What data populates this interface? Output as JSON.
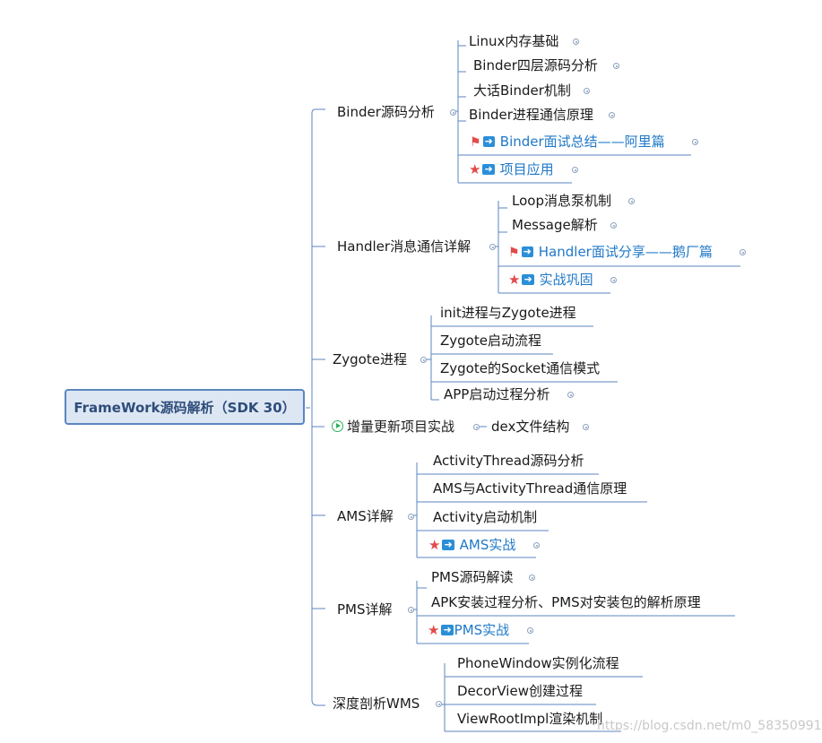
{
  "root": "FrameWork源码解析（SDK 30）",
  "branches": {
    "binder": {
      "label": "Binder源码分析",
      "items": [
        "Linux内存基础",
        "Binder四层源码分析",
        "大话Binder机制",
        "Binder进程通信原理",
        "Binder面试总结——阿里篇",
        "项目应用"
      ]
    },
    "handler": {
      "label": "Handler消息通信详解",
      "items": [
        "Loop消息泵机制",
        "Message解析",
        "Handler面试分享——鹅厂篇",
        "实战巩固"
      ]
    },
    "zygote": {
      "label": "Zygote进程",
      "items": [
        "init进程与Zygote进程",
        "Zygote启动流程",
        "Zygote的Socket通信模式",
        "APP启动过程分析"
      ]
    },
    "incremental": {
      "label": "增量更新项目实战",
      "items": [
        "dex文件结构"
      ]
    },
    "ams": {
      "label": "AMS详解",
      "items": [
        "ActivityThread源码分析",
        "AMS与ActivityThread通信原理",
        "Activity启动机制",
        "AMS实战"
      ]
    },
    "pms": {
      "label": "PMS详解",
      "items": [
        "PMS源码解读",
        "APK安装过程分析、PMS对安装包的解析原理",
        "PMS实战"
      ]
    },
    "wms": {
      "label": "深度剖析WMS",
      "items": [
        "PhoneWindow实例化流程",
        "DecorView创建过程",
        "ViewRootImpl渲染机制"
      ]
    }
  },
  "colors": {
    "connector": "#5b86bf",
    "root_fill": "#dde7f3",
    "root_border": "#5b86bf",
    "link_text": "#1f78c8",
    "marker_red": "#e34a4a",
    "arrow_blue": "#2b8fd8",
    "play_green": "#2fb05a"
  },
  "icons": [
    "flag-icon",
    "star-icon",
    "right-arrow-icon",
    "play-icon",
    "collapse-dot-icon"
  ],
  "watermark": "https://blog.csdn.net/m0_58350991"
}
